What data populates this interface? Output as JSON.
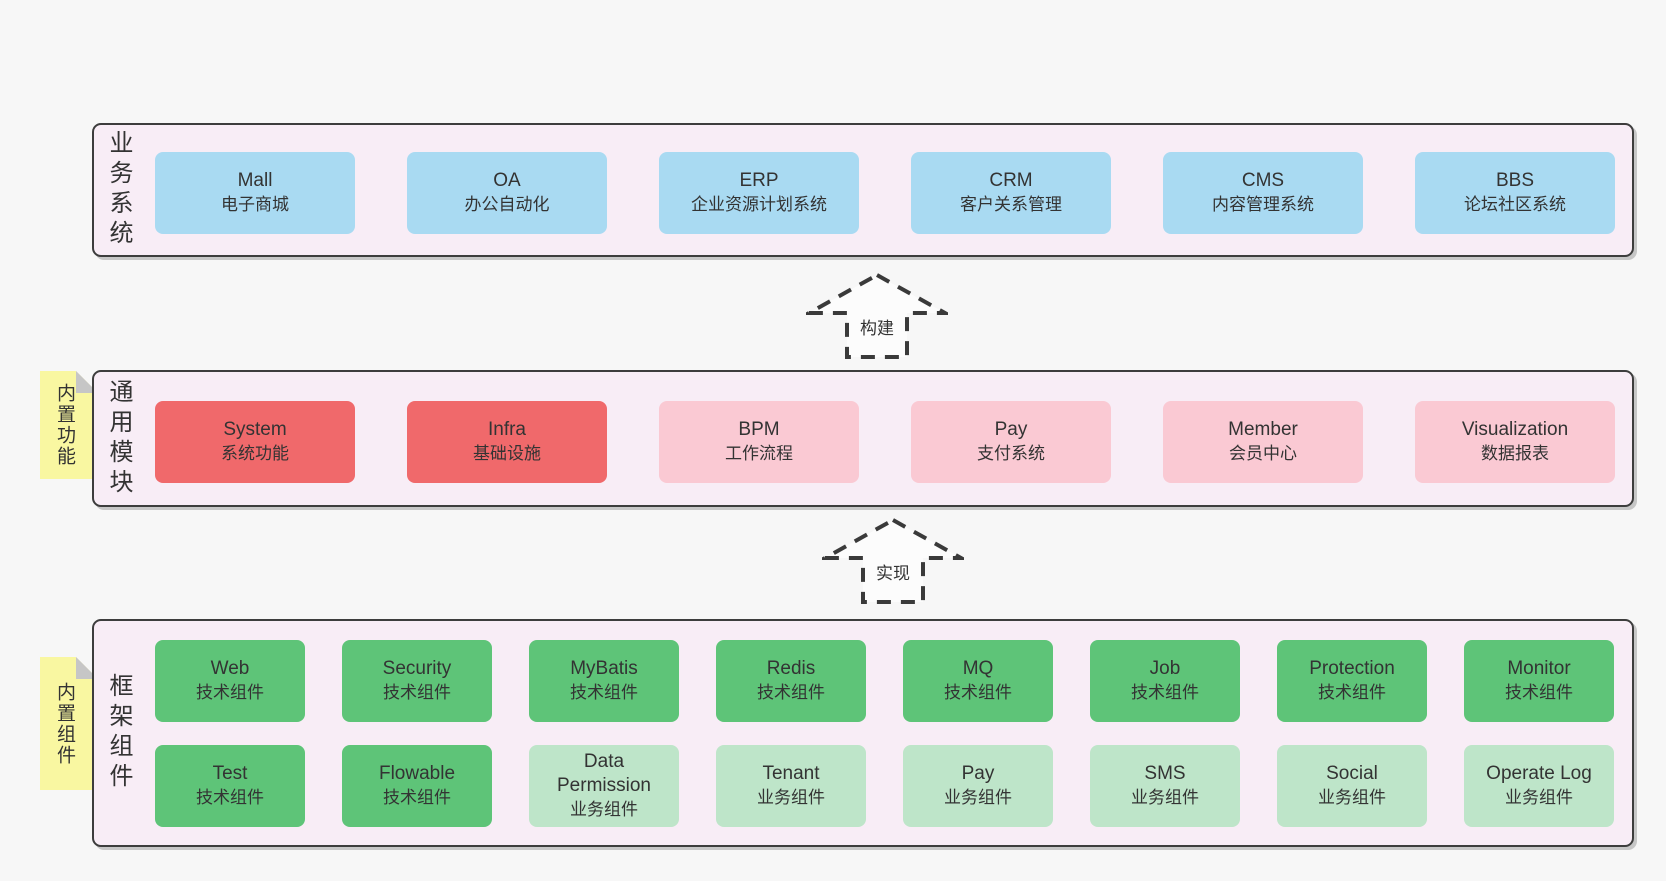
{
  "page": {
    "background": "#f7f7f7"
  },
  "colors": {
    "page_bg": "#f7f7f7",
    "container_bg": "#f8edf6",
    "container_border": "#3d3d3d",
    "blue": "#a9daf2",
    "red": "#f0696b",
    "pink": "#fac9d3",
    "green": "#5ec478",
    "light_green": "#bee5c9",
    "note_yellow": "#f9f7a1",
    "note_fold": "#c6c6c6",
    "arrow": "#3a3a3a",
    "text": "#333333"
  },
  "arrows": [
    {
      "label": "构建"
    },
    {
      "label": "实现"
    }
  ],
  "sections": [
    {
      "label": "业务系统",
      "note": null,
      "rows": [
        {
          "boxes": [
            {
              "name": "Mall",
              "desc": "电子商城",
              "variant": "blue"
            },
            {
              "name": "OA",
              "desc": "办公自动化",
              "variant": "blue"
            },
            {
              "name": "ERP",
              "desc": "企业资源计划系统",
              "variant": "blue"
            },
            {
              "name": "CRM",
              "desc": "客户关系管理",
              "variant": "blue"
            },
            {
              "name": "CMS",
              "desc": "内容管理系统",
              "variant": "blue"
            },
            {
              "name": "BBS",
              "desc": "论坛社区系统",
              "variant": "blue"
            }
          ]
        }
      ]
    },
    {
      "label": "通用模块",
      "note": "内置功能",
      "rows": [
        {
          "boxes": [
            {
              "name": "System",
              "desc": "系统功能",
              "variant": "red"
            },
            {
              "name": "Infra",
              "desc": "基础设施",
              "variant": "red"
            },
            {
              "name": "BPM",
              "desc": "工作流程",
              "variant": "pink"
            },
            {
              "name": "Pay",
              "desc": "支付系统",
              "variant": "pink"
            },
            {
              "name": "Member",
              "desc": "会员中心",
              "variant": "pink"
            },
            {
              "name": "Visualization",
              "desc": "数据报表",
              "variant": "pink"
            }
          ]
        }
      ]
    },
    {
      "label": "框架组件",
      "note": "内置组件",
      "rows": [
        {
          "boxes": [
            {
              "name": "Web",
              "desc": "技术组件",
              "variant": "green"
            },
            {
              "name": "Security",
              "desc": "技术组件",
              "variant": "green"
            },
            {
              "name": "MyBatis",
              "desc": "技术组件",
              "variant": "green"
            },
            {
              "name": "Redis",
              "desc": "技术组件",
              "variant": "green"
            },
            {
              "name": "MQ",
              "desc": "技术组件",
              "variant": "green"
            },
            {
              "name": "Job",
              "desc": "技术组件",
              "variant": "green"
            },
            {
              "name": "Protection",
              "desc": "技术组件",
              "variant": "green"
            },
            {
              "name": "Monitor",
              "desc": "技术组件",
              "variant": "green"
            }
          ]
        },
        {
          "boxes": [
            {
              "name": "Test",
              "desc": "技术组件",
              "variant": "green"
            },
            {
              "name": "Flowable",
              "desc": "技术组件",
              "variant": "green"
            },
            {
              "name": "Data Permission",
              "desc": "业务组件",
              "variant": "light-green"
            },
            {
              "name": "Tenant",
              "desc": "业务组件",
              "variant": "light-green"
            },
            {
              "name": "Pay",
              "desc": "业务组件",
              "variant": "light-green"
            },
            {
              "name": "SMS",
              "desc": "业务组件",
              "variant": "light-green"
            },
            {
              "name": "Social",
              "desc": "业务组件",
              "variant": "light-green"
            },
            {
              "name": "Operate Log",
              "desc": "业务组件",
              "variant": "light-green"
            }
          ]
        }
      ]
    }
  ]
}
